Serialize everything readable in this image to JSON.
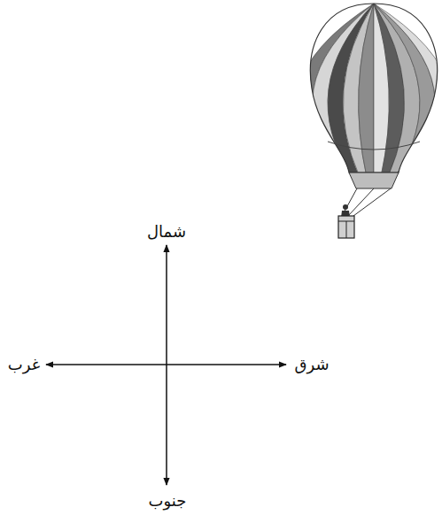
{
  "diagram": {
    "labels": [
      "شمال",
      "شرق",
      "غرب",
      "جنوب"
    ]
  }
}
